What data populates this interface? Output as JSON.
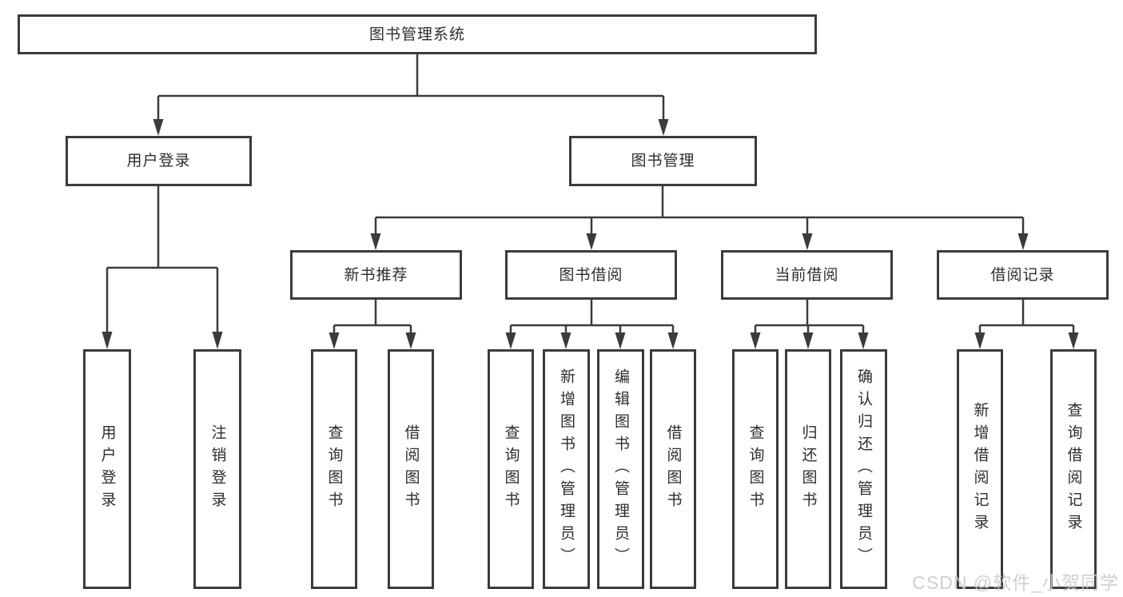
{
  "title": "图书管理系统",
  "watermark": "CSDN @软件_小贺同学",
  "colors": {
    "line": "#3b3b3b",
    "text": "#2d2d2d",
    "background": "#ffffff",
    "watermark": "#cbcbcb"
  },
  "tree": {
    "root": {
      "id": "root",
      "label": "图书管理系统",
      "children_ids": [
        "user-login",
        "book-management"
      ]
    },
    "level2": [
      {
        "id": "user-login",
        "label": "用户登录",
        "children_ids": [
          "leaf-user-login",
          "leaf-logout"
        ]
      },
      {
        "id": "book-management",
        "label": "图书管理",
        "children_ids": [
          "new-book-recommend",
          "book-borrow",
          "current-borrow",
          "borrow-records"
        ]
      }
    ],
    "level3": [
      {
        "id": "new-book-recommend",
        "parent": "book-management",
        "label": "新书推荐",
        "children_ids": [
          "leaf-query-books-1",
          "leaf-borrow-books-1"
        ]
      },
      {
        "id": "book-borrow",
        "parent": "book-management",
        "label": "图书借阅",
        "children_ids": [
          "leaf-query-books-2",
          "leaf-add-books",
          "leaf-edit-books",
          "leaf-borrow-books-2"
        ]
      },
      {
        "id": "current-borrow",
        "parent": "book-management",
        "label": "当前借阅",
        "children_ids": [
          "leaf-query-books-3",
          "leaf-return-books",
          "leaf-confirm-return"
        ]
      },
      {
        "id": "borrow-records",
        "parent": "book-management",
        "label": "借阅记录",
        "children_ids": [
          "leaf-add-borrow-record",
          "leaf-query-borrow-record"
        ]
      }
    ],
    "leaves": [
      {
        "id": "leaf-user-login",
        "parent": "user-login",
        "label": "用户登录"
      },
      {
        "id": "leaf-logout",
        "parent": "user-login",
        "label": "注销登录"
      },
      {
        "id": "leaf-query-books-1",
        "parent": "new-book-recommend",
        "label": "查询图书"
      },
      {
        "id": "leaf-borrow-books-1",
        "parent": "new-book-recommend",
        "label": "借阅图书"
      },
      {
        "id": "leaf-query-books-2",
        "parent": "book-borrow",
        "label": "查询图书"
      },
      {
        "id": "leaf-add-books",
        "parent": "book-borrow",
        "label": "新增图书（管理员）"
      },
      {
        "id": "leaf-edit-books",
        "parent": "book-borrow",
        "label": "编辑图书（管理员）"
      },
      {
        "id": "leaf-borrow-books-2",
        "parent": "book-borrow",
        "label": "借阅图书"
      },
      {
        "id": "leaf-query-books-3",
        "parent": "current-borrow",
        "label": "查询图书"
      },
      {
        "id": "leaf-return-books",
        "parent": "current-borrow",
        "label": "归还图书"
      },
      {
        "id": "leaf-confirm-return",
        "parent": "current-borrow",
        "label": "确认归还（管理员）"
      },
      {
        "id": "leaf-add-borrow-record",
        "parent": "borrow-records",
        "label": "新增借阅记录"
      },
      {
        "id": "leaf-query-borrow-record",
        "parent": "borrow-records",
        "label": "查询借阅记录"
      }
    ]
  }
}
